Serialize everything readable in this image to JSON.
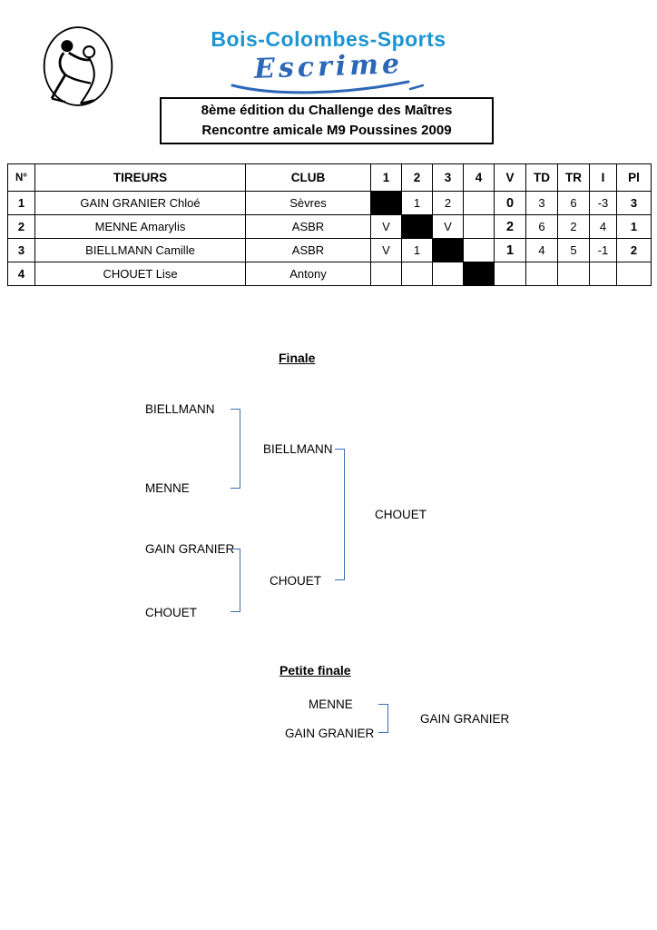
{
  "header": {
    "club_name": "Bois-Colombes-Sports",
    "club_script": "Escrime"
  },
  "title_box": {
    "line1": "8ème édition du Challenge des Maîtres",
    "line2": "Rencontre amicale M9 Poussines 2009"
  },
  "results_table": {
    "headers": {
      "num": "N°",
      "tireurs": "TIREURS",
      "club": "CLUB",
      "m1": "1",
      "m2": "2",
      "m3": "3",
      "m4": "4",
      "v": "V",
      "td": "TD",
      "tr": "TR",
      "i": "I",
      "pl": "Pl"
    },
    "rows": [
      {
        "num": "1",
        "name": "GAIN GRANIER Chloé",
        "club": "Sèvres",
        "m2": "1",
        "m3": "2",
        "m4": "",
        "v": "0",
        "td": "3",
        "tr": "6",
        "i": "-3",
        "pl": "3"
      },
      {
        "num": "2",
        "name": "MENNE Amarylis",
        "club": "ASBR",
        "m1": "V",
        "m3": "V",
        "m4": "",
        "v": "2",
        "td": "6",
        "tr": "2",
        "i": "4",
        "pl": "1"
      },
      {
        "num": "3",
        "name": "BIELLMANN Camille",
        "club": "ASBR",
        "m1": "V",
        "m2": "1",
        "m4": "",
        "v": "1",
        "td": "4",
        "tr": "5",
        "i": "-1",
        "pl": "2"
      },
      {
        "num": "4",
        "name": "CHOUET Lise",
        "club": "Antony",
        "m1": "",
        "m2": "",
        "m3": "",
        "v": "",
        "td": "",
        "tr": "",
        "i": "",
        "pl": ""
      }
    ]
  },
  "bracket": {
    "finale_title": "Finale",
    "semi1": {
      "player1": "BIELLMANN",
      "player2": "MENNE",
      "winner": "BIELLMANN"
    },
    "semi2": {
      "player1": "GAIN GRANIER",
      "player2": "CHOUET",
      "winner": "CHOUET"
    },
    "final_winner": "CHOUET",
    "petite_finale": {
      "title": "Petite finale",
      "player1": "MENNE",
      "player2": "GAIN GRANIER",
      "winner": "GAIN GRANIER"
    }
  },
  "colors": {
    "club_name_blue": "#1d94d2",
    "script_blue": "#2d67b8",
    "bracket_blue": "#3c6db0"
  }
}
